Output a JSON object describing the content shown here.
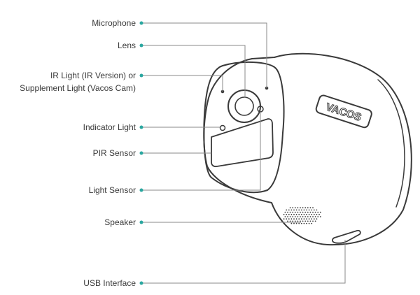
{
  "labels": {
    "microphone": "Microphone",
    "lens": "Lens",
    "ir_light_1": "IR Light (IR Version) or",
    "ir_light_2": "Supplement Light (Vacos Cam)",
    "indicator_light": "Indicator Light",
    "pir_sensor": "PIR Sensor",
    "light_sensor": "Light Sensor",
    "speaker": "Speaker",
    "usb_interface": "USB Interface"
  },
  "logo_text": "VACOS",
  "colors": {
    "dot": "#2aa7a0",
    "line": "#8a8a8a",
    "outline": "#3a3a3a"
  }
}
